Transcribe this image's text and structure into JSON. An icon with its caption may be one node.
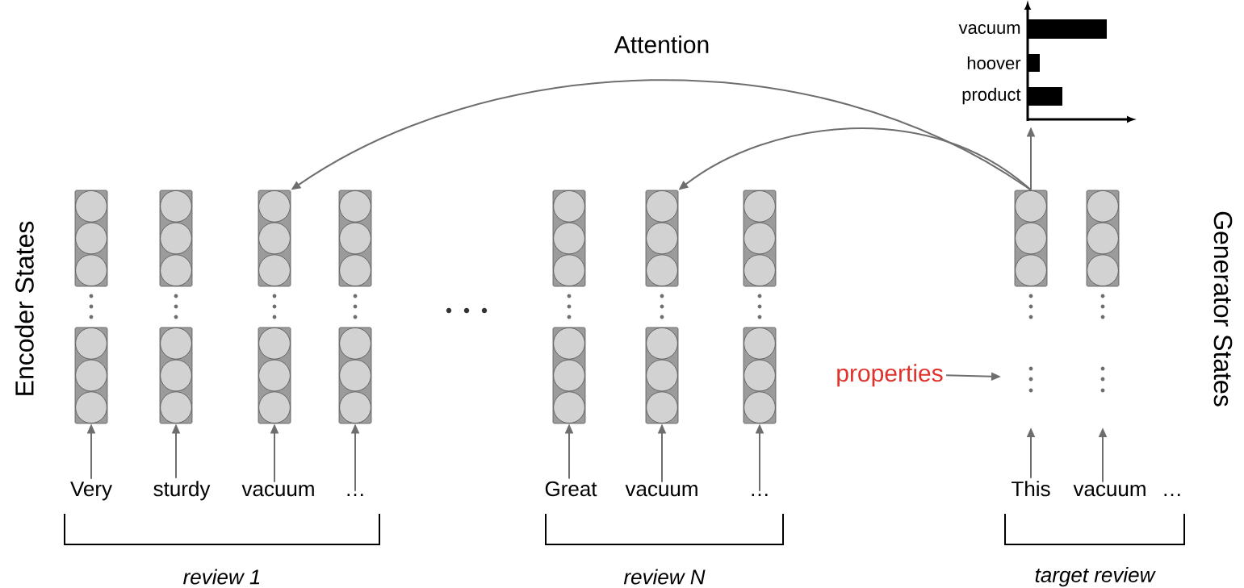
{
  "diagram": {
    "nodes": [
      {
        "text": [],
        "shape": "picture",
        "beside": [
          "vacuum",
          "hoover",
          "product"
        ]
      },
      {
        "text": [],
        "shape": "box"
      },
      {
        "text": [],
        "shape": "box"
      },
      {
        "text": [],
        "shape": "box"
      },
      {
        "text": [],
        "shape": "box"
      },
      {
        "text": [],
        "shape": "box"
      },
      {
        "text": [],
        "shape": "box"
      },
      {
        "text": [],
        "shape": "box"
      },
      {
        "text": [],
        "shape": "box"
      },
      {
        "text": [],
        "shape": "box"
      },
      {
        "text": [],
        "shape": "box"
      },
      {
        "text": [],
        "shape": "box"
      },
      {
        "text": [],
        "shape": "box"
      },
      {
        "text": [],
        "shape": "box"
      },
      {
        "text": [],
        "shape": "box"
      },
      {
        "text": [],
        "shape": "box"
      },
      {
        "text": [],
        "shape": "box"
      },
      {
        "text": [
          "Very"
        ]
      },
      {
        "text": [
          "sturdy"
        ]
      },
      {
        "text": [
          "vacuum"
        ]
      },
      {
        "text": [
          "…"
        ]
      },
      {
        "text": [
          "Great"
        ]
      },
      {
        "text": [
          "vacuum"
        ]
      },
      {
        "text": [
          "…"
        ]
      },
      {
        "text": [
          "This"
        ]
      },
      {
        "text": [
          "vacuum"
        ]
      },
      {
        "text": [
          "…"
        ]
      },
      {
        "text": [
          "properties"
        ]
      }
    ],
    "edges": [
      {
        "from": 17,
        "to": 10,
        "arrow": "to"
      },
      {
        "from": 18,
        "to": 11,
        "arrow": "to"
      },
      {
        "from": 19,
        "to": 12,
        "arrow": "to"
      },
      {
        "from": 20,
        "to": 13,
        "arrow": "to"
      },
      {
        "from": 21,
        "to": 14,
        "arrow": "to"
      },
      {
        "from": 22,
        "to": 15,
        "arrow": "to"
      },
      {
        "from": 23,
        "to": 16,
        "arrow": "to"
      },
      {
        "from": 24,
        "to": null,
        "arrow": "to"
      },
      {
        "from": 25,
        "to": null,
        "arrow": "to"
      },
      {
        "from": 27,
        "to": null,
        "arrow": "to"
      },
      {
        "from": 8,
        "to": 0,
        "arrow": "to"
      },
      {
        "from": 8,
        "to": 3,
        "arrow": "to"
      },
      {
        "from": 8,
        "to": 6,
        "arrow": "to"
      }
    ],
    "labels": [
      "Attention",
      "Encoder States",
      "Generator States",
      "review 1",
      "review N",
      "target review"
    ]
  }
}
